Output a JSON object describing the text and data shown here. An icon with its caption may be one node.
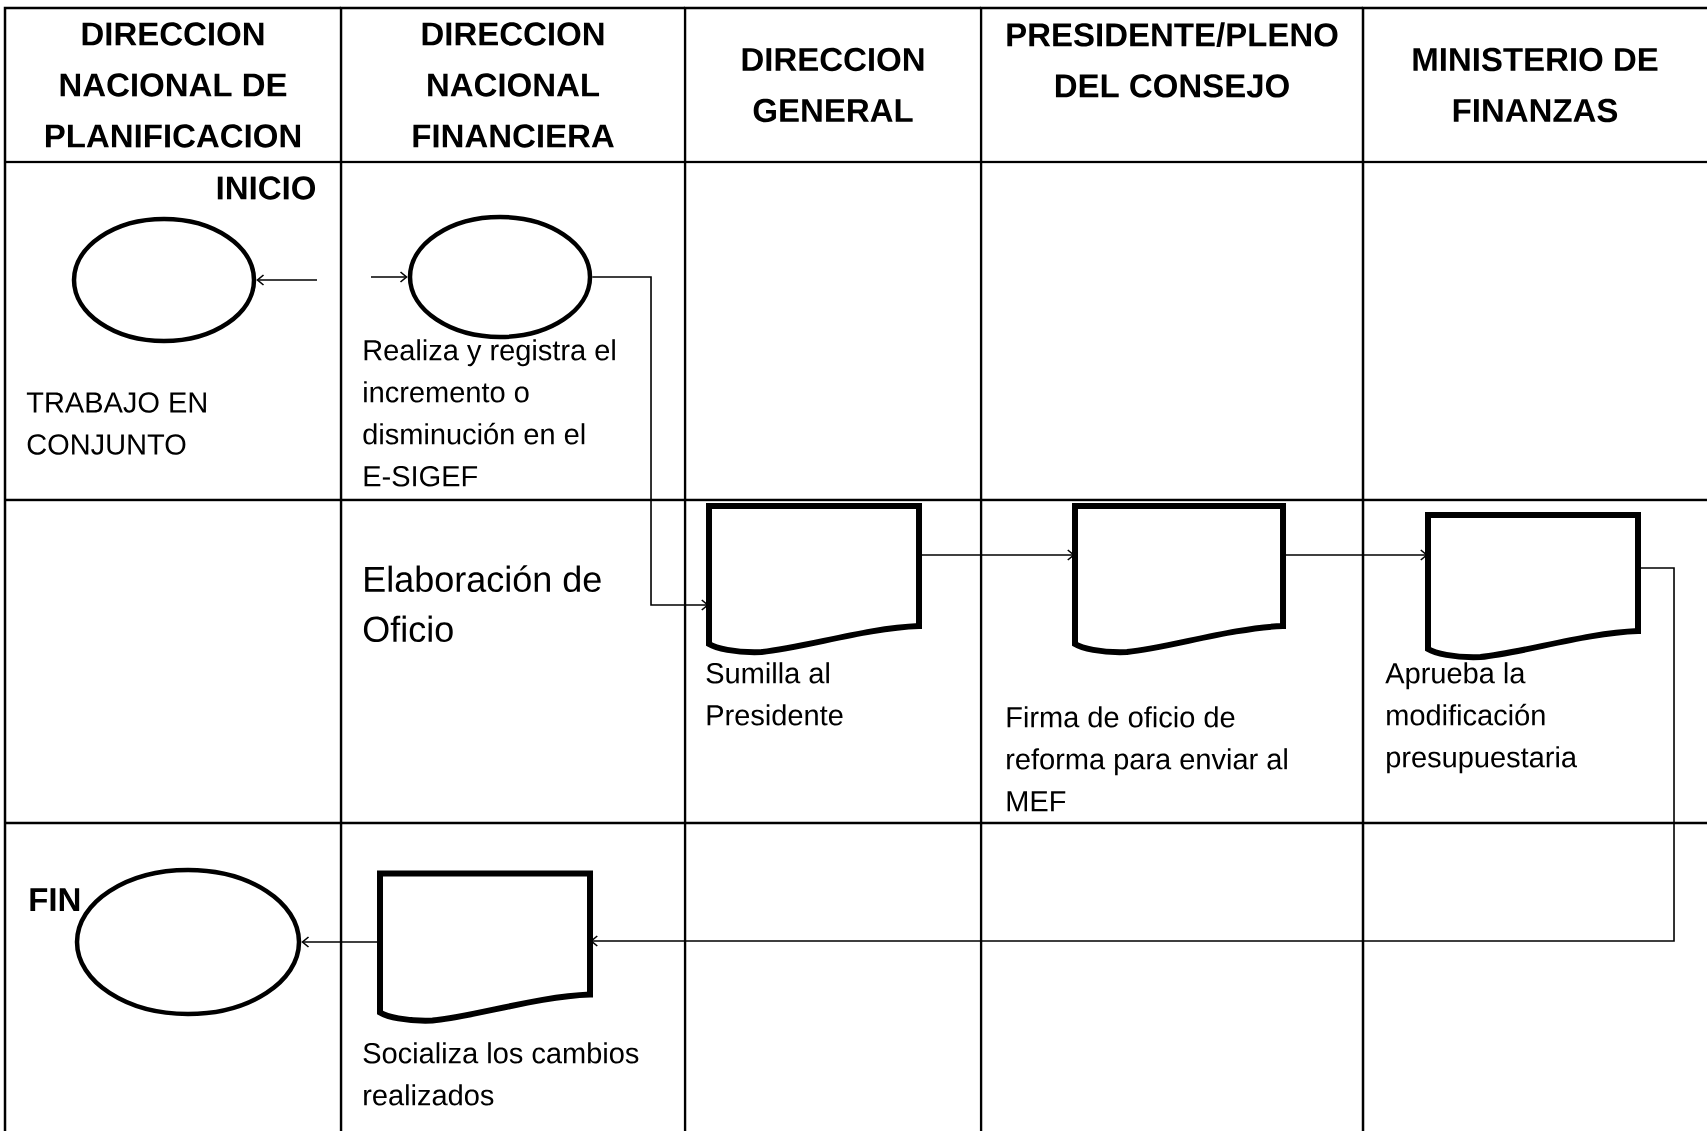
{
  "diagram": {
    "nodes": [
      {
        "text": [
          "DIRECCION NACIONAL DE PLANIFICACION"
        ]
      },
      {
        "text": [
          "DIRECCION NACIONAL FINANCIERA"
        ]
      },
      {
        "text": [
          "DIRECCION GENERAL"
        ]
      },
      {
        "text": [
          "PRESIDENTE/PLENO DEL CONSEJO"
        ]
      },
      {
        "text": [
          "MINISTERIO DE FINANZAS"
        ]
      },
      {
        "text": [],
        "shape": "ellipse",
        "in": 0,
        "beside": [
          "TRABAJO EN CONJUNTO"
        ]
      },
      {
        "text": [],
        "shape": "ellipse",
        "in": 1,
        "beside": [
          "Realiza y registra el incremento o disminución en el E-SIGEF"
        ]
      },
      {
        "text": [],
        "shape": "document",
        "in": 2,
        "beside": [
          "Sumilla al Presidente"
        ]
      },
      {
        "text": [],
        "shape": "document",
        "in": 3,
        "beside": [
          "Firma de oficio de reforma para enviar al MEF"
        ]
      },
      {
        "text": [],
        "shape": "document",
        "in": 4,
        "beside": [
          "Aprueba la modificación presupuestaria"
        ]
      },
      {
        "text": [],
        "shape": "ellipse",
        "in": 0,
        "beside": [
          "FIN"
        ]
      },
      {
        "text": [],
        "shape": "document",
        "in": 1,
        "beside": [
          "Socializa los cambios realizados"
        ]
      }
    ],
    "edges": [
      {
        "from": null,
        "to": 5,
        "arrow": "to"
      },
      {
        "from": null,
        "to": 6,
        "arrow": "to"
      },
      {
        "from": 6,
        "to": 7,
        "arrow": "to"
      },
      {
        "from": 7,
        "to": 8,
        "arrow": "to"
      },
      {
        "from": 8,
        "to": 9,
        "arrow": "to"
      },
      {
        "from": 9,
        "to": 11,
        "arrow": "to"
      },
      {
        "from": 11,
        "to": 10,
        "arrow": "to"
      }
    ],
    "labels": [
      "INICIO",
      "Elaboración de Oficio"
    ]
  }
}
